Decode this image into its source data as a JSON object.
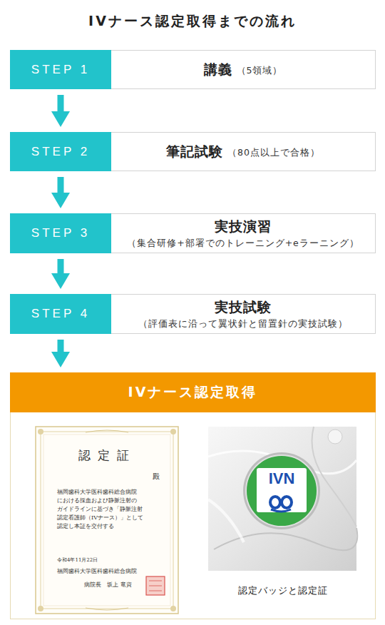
{
  "diagram": {
    "title": "IVナース認定取得までの流れ",
    "nodes": [
      {
        "text": [
          "STEP 1"
        ]
      },
      {
        "text": [
          "講義",
          "（5領域）"
        ]
      },
      {
        "text": [
          "STEP 2"
        ]
      },
      {
        "text": [
          "筆記試験",
          "（80点以上で合格）"
        ]
      },
      {
        "text": [
          "STEP 3"
        ]
      },
      {
        "text": [
          "実技演習",
          "（集合研修+部署でのトレーニング+eラーニング）"
        ]
      },
      {
        "text": [
          "STEP 4"
        ]
      },
      {
        "text": [
          "実技試験",
          "（評価表に沿って翼状針と留置針の実技試験）"
        ]
      },
      {
        "text": [
          "IVナース認定取得",
          "認定バッジと認定証"
        ]
      }
    ],
    "edges": [
      {
        "from": 0,
        "to": 2,
        "arrow": "to"
      },
      {
        "from": 2,
        "to": 4,
        "arrow": "to"
      },
      {
        "from": 4,
        "to": 6,
        "arrow": "to"
      },
      {
        "from": 6,
        "to": 8,
        "arrow": "to"
      }
    ],
    "labels": [
      "認定証",
      "殿",
      "福岡歯科大学医科歯科総合病院 における採血および静脈注射の ガイドラインに基づき「静脈注射 認定看護師（IVナース）」として 認定し本証を交付する",
      "令和4年11月22日",
      "福岡歯科大学医科歯科総合病院",
      "病院長　坂上 竜資",
      "IVN"
    ]
  }
}
